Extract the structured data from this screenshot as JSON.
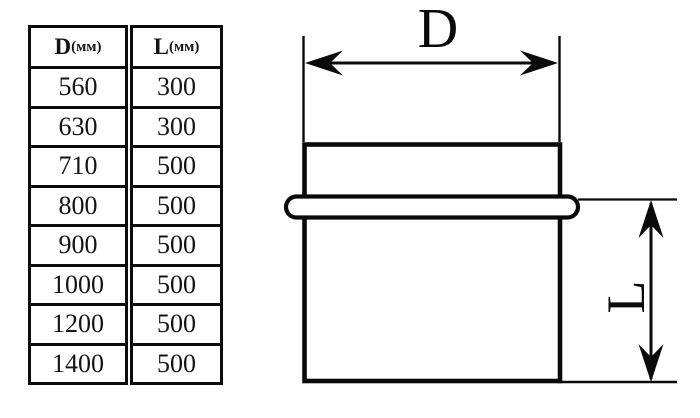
{
  "page": {
    "background": "#ffffff",
    "ink": "#0a0a0a"
  },
  "table": {
    "columns": [
      {
        "symbol": "D",
        "unit": "(мм)"
      },
      {
        "symbol": "L",
        "unit": "(мм)"
      }
    ],
    "rows": [
      {
        "d": "560",
        "l": "300"
      },
      {
        "d": "630",
        "l": "300"
      },
      {
        "d": "710",
        "l": "500"
      },
      {
        "d": "800",
        "l": "500"
      },
      {
        "d": "900",
        "l": "500"
      },
      {
        "d": "1000",
        "l": "500"
      },
      {
        "d": "1200",
        "l": "500"
      },
      {
        "d": "1400",
        "l": "500"
      }
    ]
  },
  "drawing": {
    "width_label": "D",
    "length_label": "L"
  }
}
